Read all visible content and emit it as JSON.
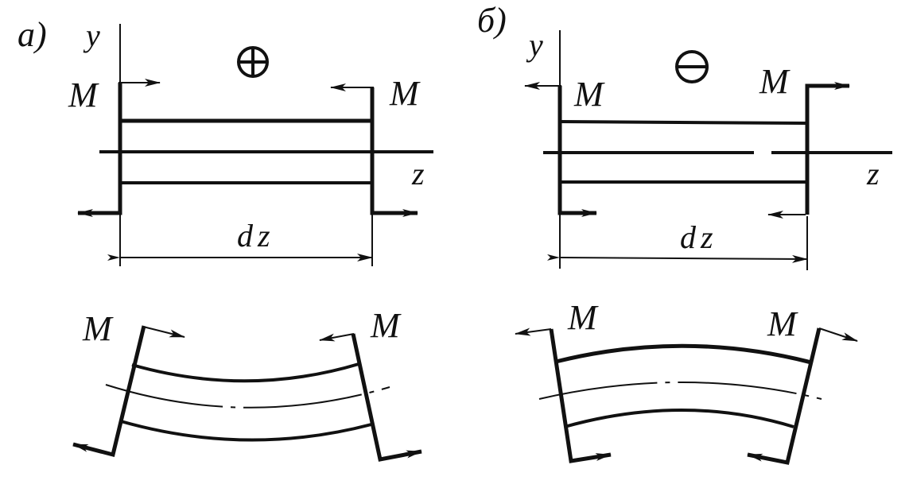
{
  "panel_a": {
    "label": "а)",
    "sign": "⊕",
    "axis_y": "y",
    "axis_z": "z",
    "moment_left": "M",
    "moment_right": "M",
    "length": "dz",
    "bent_moment_left": "M",
    "bent_moment_right": "M"
  },
  "panel_b": {
    "label": "б)",
    "sign": "⊖",
    "axis_y": "y",
    "axis_z": "z",
    "moment_left": "M",
    "moment_right": "M",
    "length": "dz",
    "bent_moment_left": "M",
    "bent_moment_right": "M"
  },
  "colors": {
    "ink": "#111111",
    "background": "#ffffff"
  }
}
